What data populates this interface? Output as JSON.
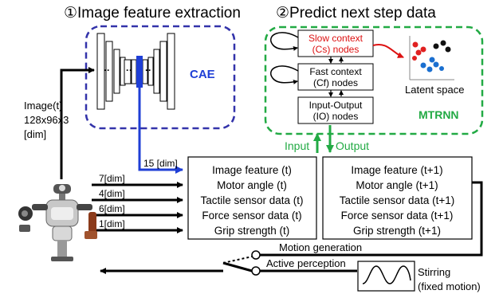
{
  "sections": {
    "feature_extraction": "①Image feature extraction",
    "predict": "②Predict next step data"
  },
  "cae": {
    "label": "CAE",
    "dots": "··· ··· ···"
  },
  "mtrnn": {
    "label": "MTRNN",
    "slow_line1": "Slow context",
    "slow_line2": "(Cs) nodes",
    "fast_line1": "Fast context",
    "fast_line2": "(Cf) nodes",
    "io_line1": "Input-Output",
    "io_line2": "(IO) nodes",
    "latent_space": "Latent space"
  },
  "image_input": {
    "line1": "Image(t)",
    "line2": "128x96x3",
    "line3": "[dim]"
  },
  "flow": {
    "input": "Input",
    "output": "Output"
  },
  "image_dim": "15 [dim]",
  "input_dims": [
    "7[dim]",
    "4[dim]",
    "6[dim]",
    "1[dim]"
  ],
  "input_box": [
    "Image feature (t)",
    "Motor angle (t)",
    "Tactile sensor data (t)",
    "Force sensor data (t)",
    "Grip strength (t)"
  ],
  "output_box": [
    "Image feature (t+1)",
    "Motor angle (t+1)",
    "Tactile sensor data (t+1)",
    "Force sensor data (t+1)",
    "Grip strength (t+1)"
  ],
  "switch": {
    "motion_generation": "Motion generation",
    "active_perception": "Active perception"
  },
  "stirring": {
    "line1": "Stirring",
    "line2": "(fixed motion)"
  },
  "colors": {
    "cae_border": "#3333aa",
    "mtrnn_border": "#22aa44",
    "accent_blue": "#1f3fd6",
    "accent_green": "#22aa44",
    "slow_text": "#dd1111",
    "latent_red": "#e02020",
    "latent_blue": "#1a6fd0"
  }
}
